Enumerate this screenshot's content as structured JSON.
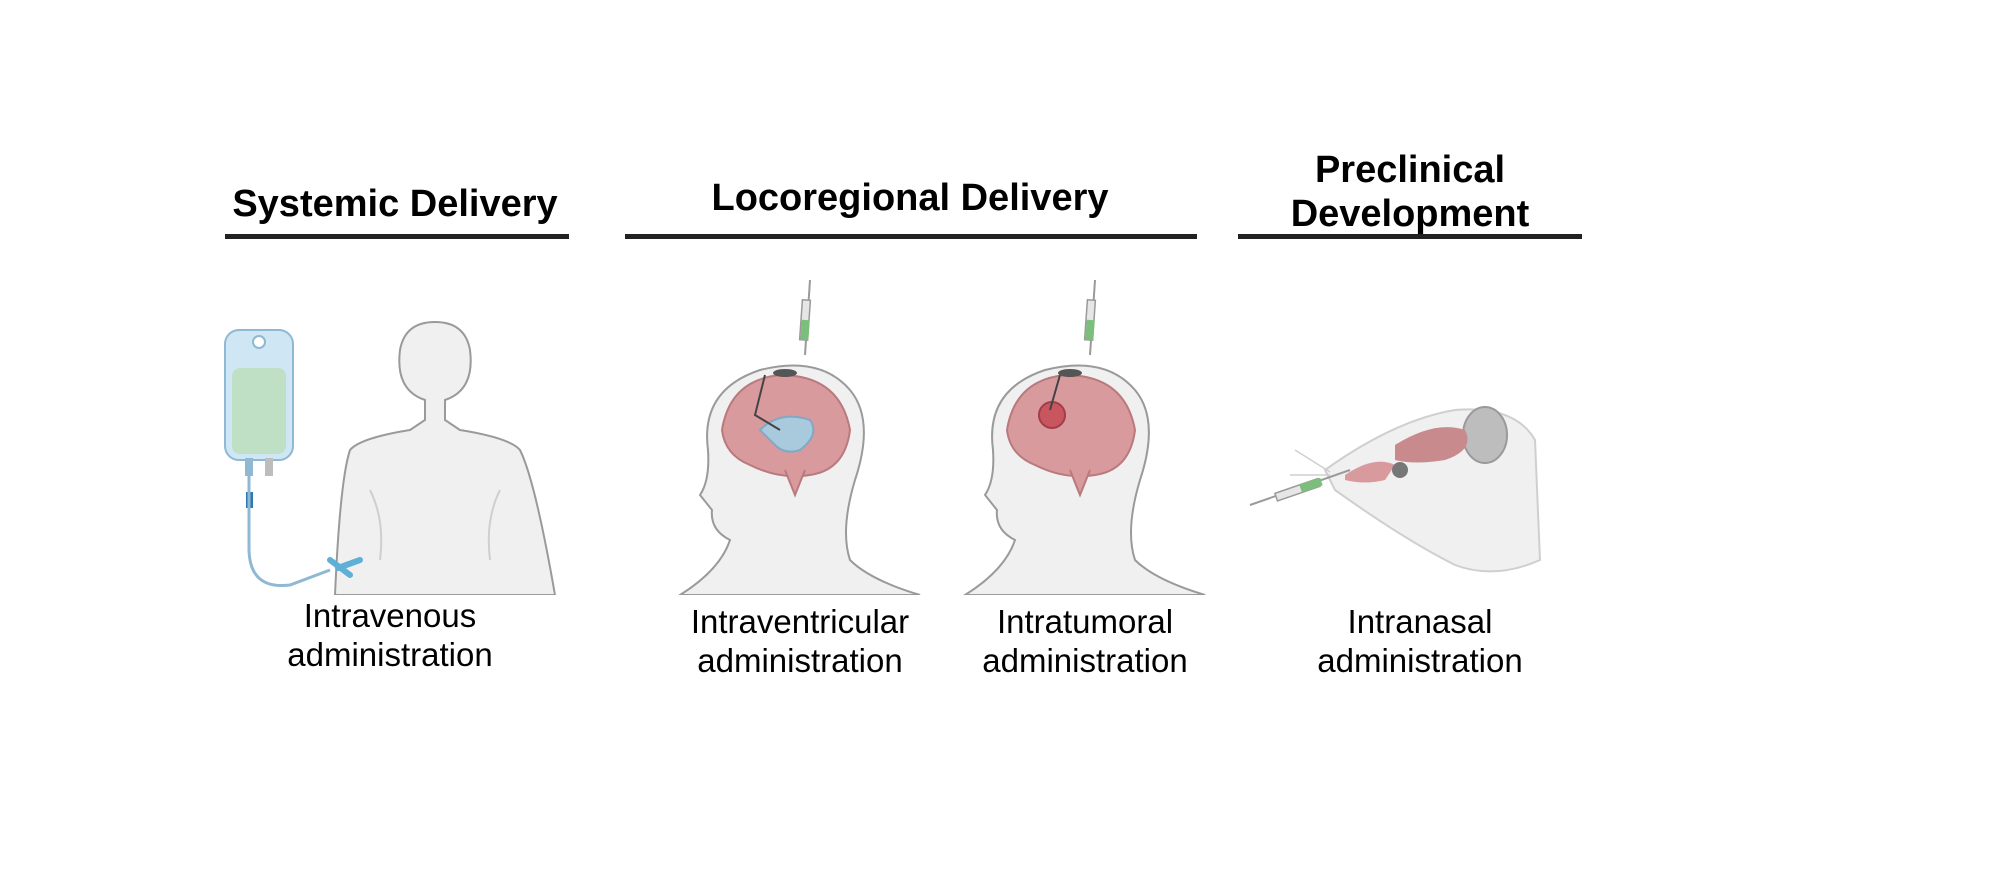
{
  "sections": {
    "systemic": {
      "title": "Systemic Delivery"
    },
    "locoregional": {
      "title": "Locoregional Delivery"
    },
    "preclinical": {
      "title_line1": "Preclinical",
      "title_line2": "Development"
    }
  },
  "captions": {
    "intravenous": {
      "line1": "Intravenous",
      "line2": "administration"
    },
    "intraventricular": {
      "line1": "Intraventricular",
      "line2": "administration"
    },
    "intratumoral": {
      "line1": "Intratumoral",
      "line2": "administration"
    },
    "intranasal": {
      "line1": "Intranasal",
      "line2": "administration"
    }
  },
  "colors": {
    "rule": "#222222",
    "body_fill": "#f0f0f0",
    "outline": "#9a9a9a",
    "brain": "#d99a9e",
    "ventricle": "#a9c9dd",
    "tumor": "#c9555f",
    "iv_fluid": "#bfe0c4",
    "iv_bag": "#cfe6f5"
  },
  "icons": [
    "iv-bag-icon",
    "human-torso-icon",
    "head-brain-icon",
    "syringe-icon",
    "mouse-head-icon"
  ]
}
